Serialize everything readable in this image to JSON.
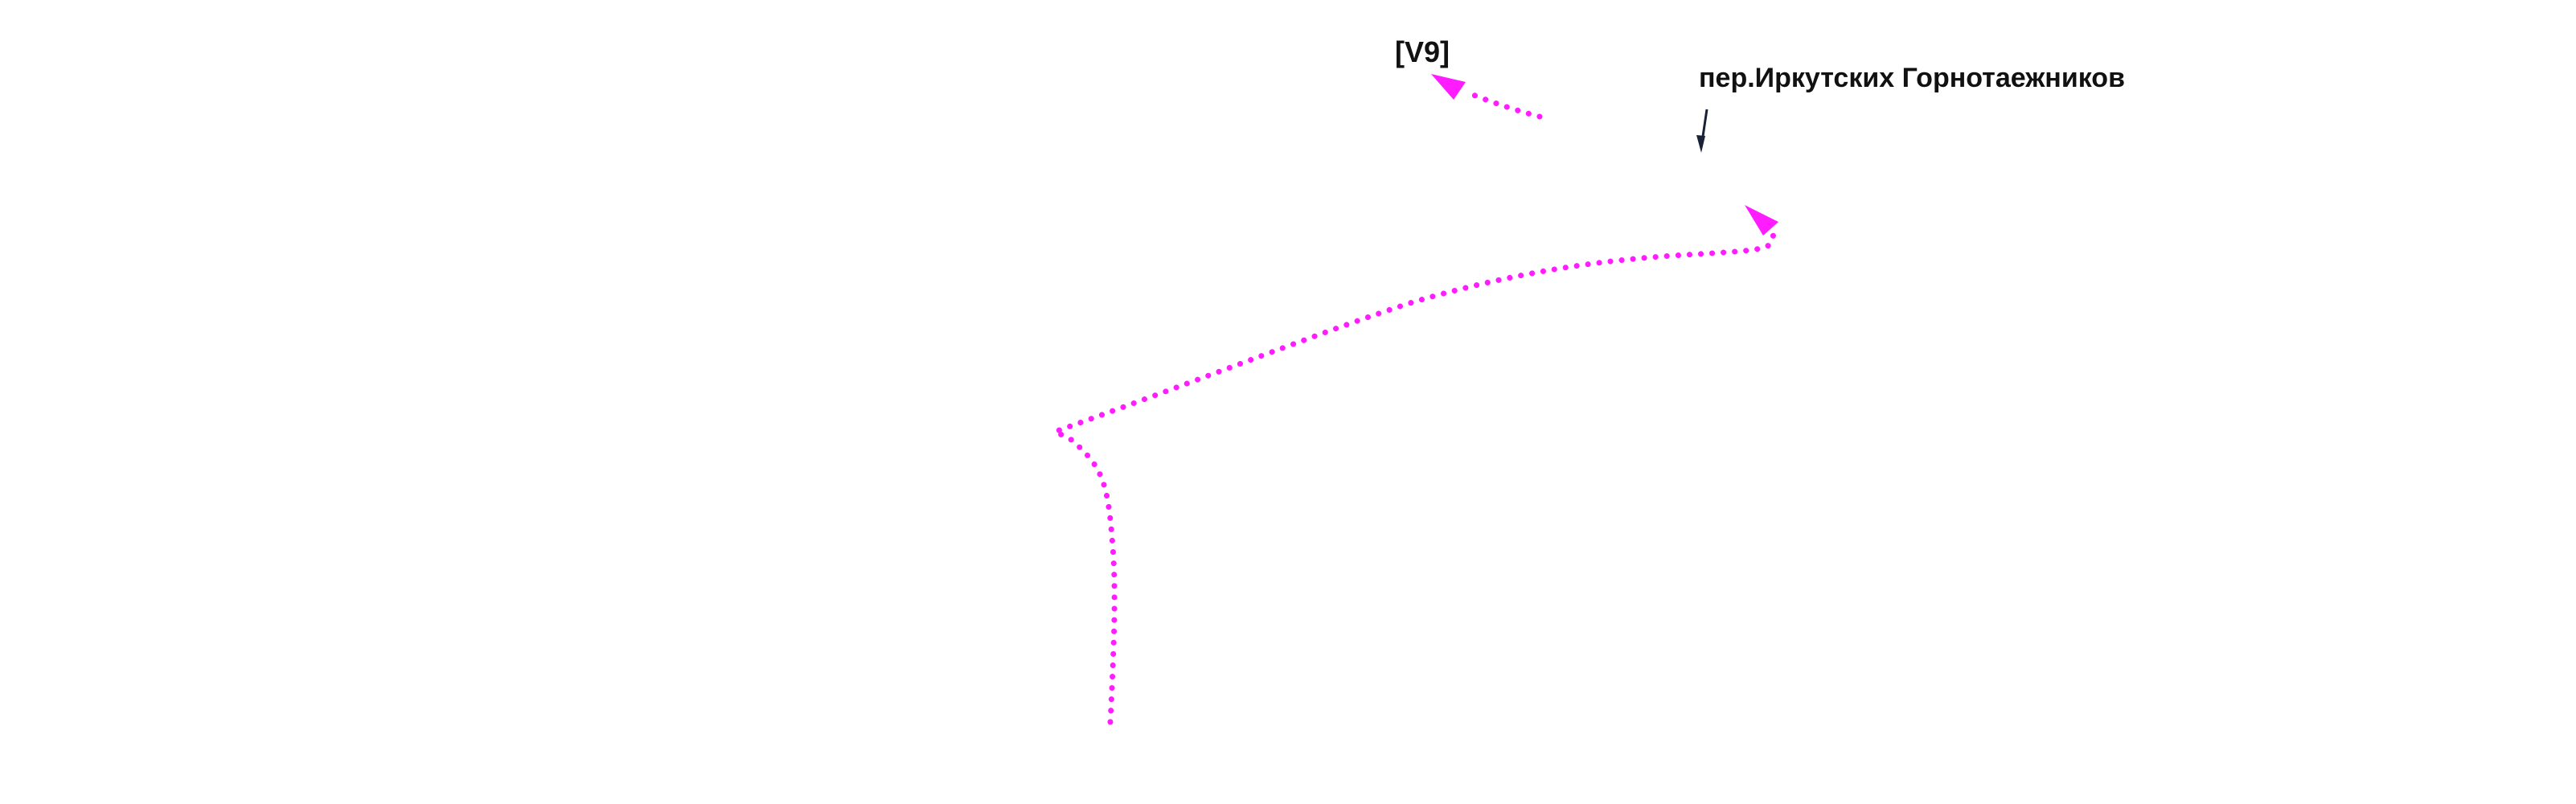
{
  "map": {
    "labels": {
      "marker": "[V9]",
      "street": "пер.Иркутских Горнотаежников"
    },
    "colors": {
      "route": "#ff1cff",
      "pointer": "#1a2238",
      "text": "#111111",
      "background": "#ffffff"
    },
    "route_style": "dotted"
  }
}
